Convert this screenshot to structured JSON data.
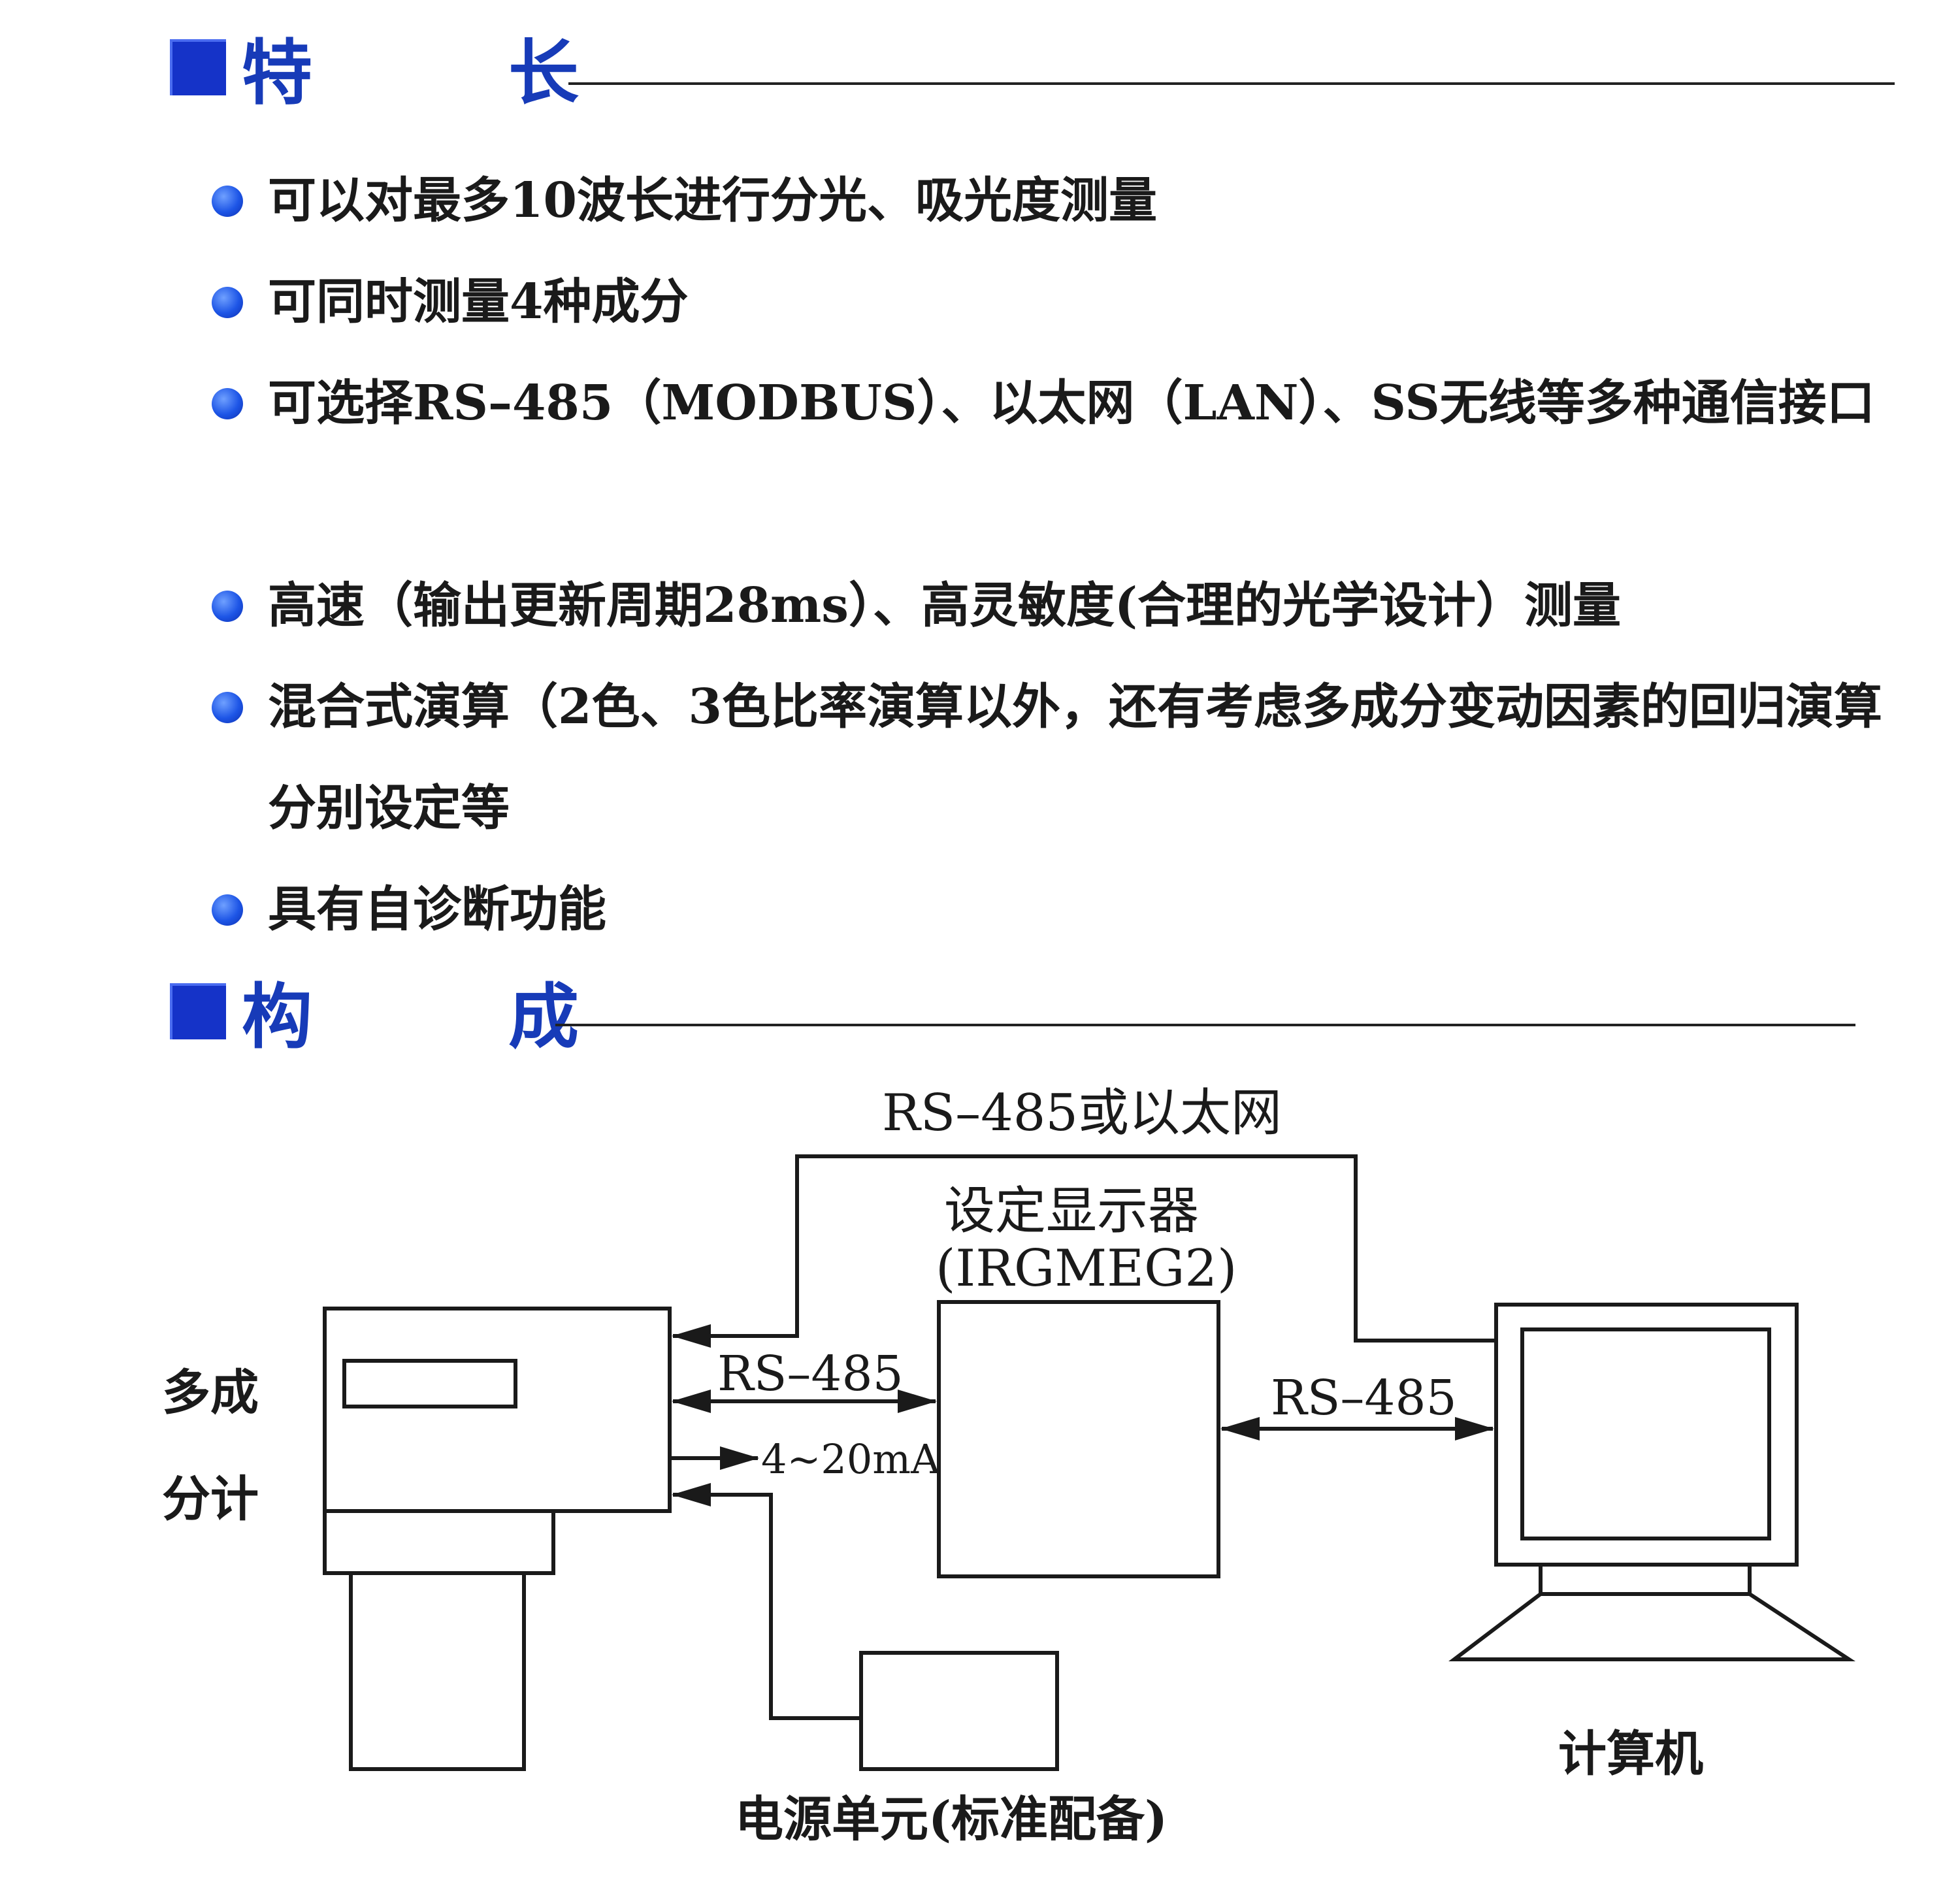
{
  "features_section": {
    "title": "特长",
    "items": [
      "可以对最多10波长进行分光、吸光度测量",
      "可同时测量4种成分",
      "可选择RS–485（MODBUS）、以太网（LAN）、SS无线等多种通信接口",
      "高速（输出更新周期28ms）、高灵敏度(合理的光学设计）测量",
      "混合式演算（2色、3色比率演算以外，还有考虑多成分变动因素的回归演算分别设定等",
      "具有自诊断功能"
    ]
  },
  "composition_section": {
    "title": "构成"
  },
  "diagram": {
    "top_link_label": "RS–485或以太网",
    "display_name": "设定显示器",
    "display_model": "(IRGMEG2)",
    "analyzer_label_line1": "多成",
    "analyzer_label_line2": "分计",
    "link_rs485_left": "RS–485",
    "link_current": "4~20mA",
    "link_rs485_right": "RS–485",
    "computer_label": "计算机",
    "power_unit_label": "电源单元(标准配备)"
  },
  "colors": {
    "heading_blue": "#173bb8",
    "square_blue": "#1533c8",
    "bullet_blue": "#1d55e6",
    "line": "#1a1a1a"
  }
}
